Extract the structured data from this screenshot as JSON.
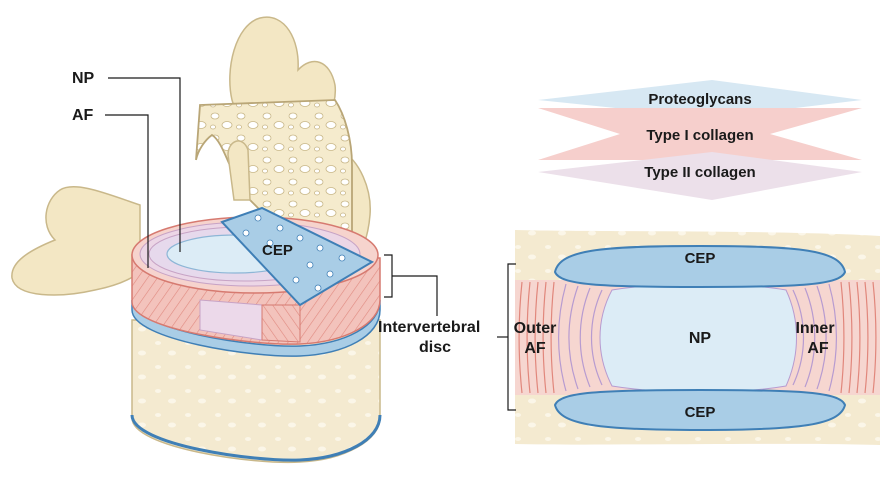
{
  "left_diagram": {
    "label_np": "NP",
    "label_af": "AF",
    "label_cep": "CEP",
    "label_disc_line1": "Intervertebral",
    "label_disc_line2": "disc"
  },
  "gradient_panel": {
    "rows": [
      {
        "label": "Proteoglycans",
        "color": "#d7e8f3"
      },
      {
        "label": "Type I collagen",
        "color": "#f6cfcc"
      },
      {
        "label": "Type II collagen",
        "color": "#ece0ea"
      }
    ]
  },
  "cross_section": {
    "label_cep_top": "CEP",
    "label_cep_bottom": "CEP",
    "label_np": "NP",
    "label_outer_line1": "Outer",
    "label_outer_line2": "AF",
    "label_inner_line1": "Inner",
    "label_inner_line2": "AF"
  },
  "colors": {
    "bone": "#f3e7c4",
    "bone_outline": "#c9b88a",
    "cep_blue": "#a9cde6",
    "cep_outline": "#3f7fb6",
    "np_fill": "#dcecf6",
    "af_pink": "#f1b9b2",
    "af_line": "#e1877c"
  }
}
